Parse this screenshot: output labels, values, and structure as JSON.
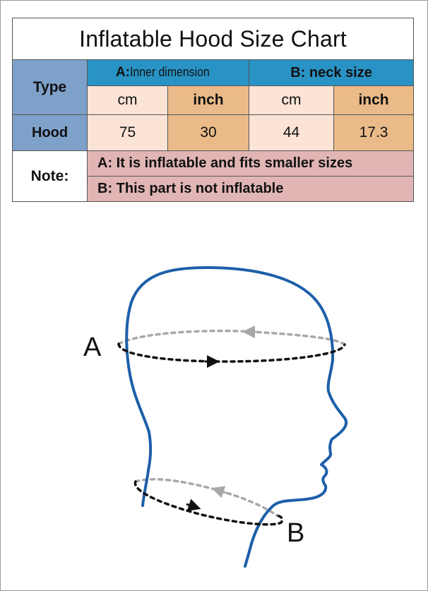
{
  "chart": {
    "title": "Inflatable Hood Size Chart",
    "type_header": "Type",
    "group_a_lead": "A:",
    "group_a_rest": " Inner dimension",
    "group_b": "B: neck size",
    "units": {
      "cm": "cm",
      "inch": "inch"
    },
    "row": {
      "label": "Hood",
      "a_cm": "75",
      "a_inch": "30",
      "b_cm": "44",
      "b_inch": "17.3"
    },
    "note": {
      "label": "Note:",
      "line_a": "A: It is inflatable and fits smaller sizes",
      "line_b": "B: This part is not inflatable"
    }
  },
  "diagram": {
    "label_a": "A",
    "label_b": "B",
    "colors": {
      "head_outline": "#1d5fa8",
      "front_ring": "#111111",
      "back_ring": "#a8a8a8"
    }
  }
}
